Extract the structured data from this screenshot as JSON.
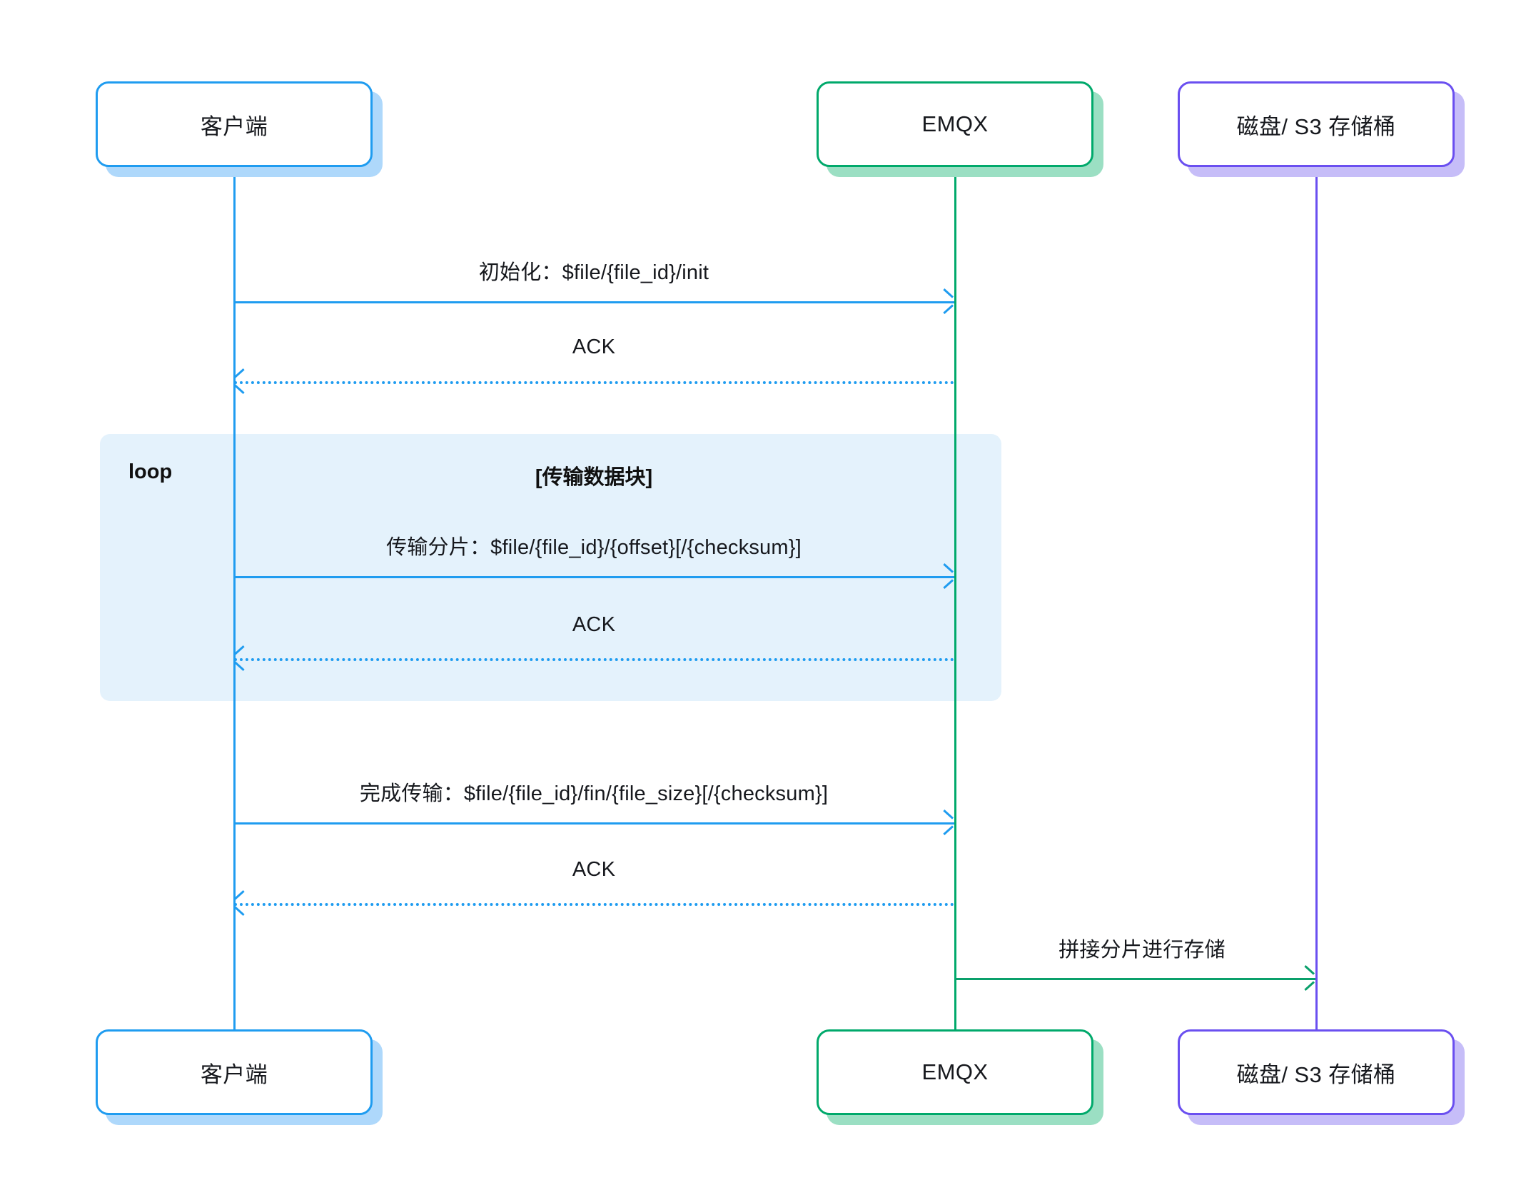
{
  "diagram": {
    "kind": "sequence-diagram",
    "title": "",
    "background": "#ffffff"
  },
  "participants": [
    {
      "id": "client",
      "label": "客户端",
      "border_color": "#1f9cf0",
      "shadow_color": "#aed8fb",
      "lifeline_color": "#1f9cf0"
    },
    {
      "id": "emqx",
      "label": "EMQX",
      "border_color": "#00a96b",
      "shadow_color": "#9bdfc3",
      "lifeline_color": "#00a96b"
    },
    {
      "id": "storage",
      "label": "磁盘/ S3 存储桶",
      "border_color": "#6a4ff0",
      "shadow_color": "#c6bdf8",
      "lifeline_color": "#6a4ff0"
    }
  ],
  "fragment": {
    "tag": "loop",
    "title": "[传输数据块]",
    "fill_color": "#e4f2fc"
  },
  "messages": [
    {
      "id": "init",
      "label": "初始化：$file/{file_id}/init",
      "from": "client",
      "to": "emqx",
      "style": "solid",
      "color": "#1f9cf0",
      "direction": "right"
    },
    {
      "id": "ack-init",
      "label": "ACK",
      "from": "emqx",
      "to": "client",
      "style": "dotted",
      "color": "#1f9cf0",
      "direction": "left"
    },
    {
      "id": "segment",
      "label": "传输分片：$file/{file_id}/{offset}[/{checksum}]",
      "from": "client",
      "to": "emqx",
      "style": "solid",
      "color": "#1f9cf0",
      "direction": "right"
    },
    {
      "id": "ack-segment",
      "label": "ACK",
      "from": "emqx",
      "to": "client",
      "style": "dotted",
      "color": "#1f9cf0",
      "direction": "left"
    },
    {
      "id": "fin",
      "label": "完成传输：$file/{file_id}/fin/{file_size}[/{checksum}]",
      "from": "client",
      "to": "emqx",
      "style": "solid",
      "color": "#1f9cf0",
      "direction": "right"
    },
    {
      "id": "ack-fin",
      "label": "ACK",
      "from": "emqx",
      "to": "client",
      "style": "dotted",
      "color": "#1f9cf0",
      "direction": "left"
    },
    {
      "id": "store",
      "label": "拼接分片进行存储",
      "from": "emqx",
      "to": "storage",
      "style": "solid",
      "color": "#0aa06b",
      "direction": "right"
    }
  ]
}
